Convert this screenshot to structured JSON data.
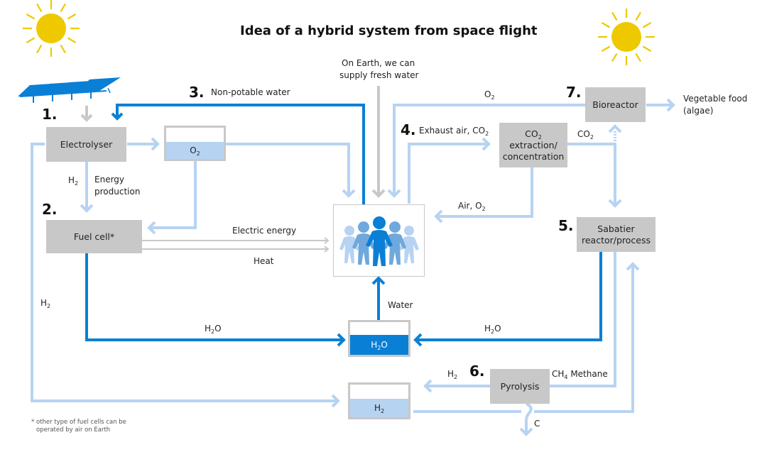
{
  "title": "Idea of a hybrid system from space flight",
  "colors": {
    "dark_blue": "#0a7fd6",
    "light_blue": "#b7d3f2",
    "grey_arrow": "#c8c8c8",
    "box_grey": "#c8c8c8",
    "sun": "#eec900",
    "solar_panel": "#0a7fd6"
  },
  "icons": {
    "sun_left": "sun-icon",
    "sun_right": "sun-icon",
    "solar_panels": "solar-panel-icon",
    "people": "people-group-icon"
  },
  "steps": {
    "s1": "1.",
    "s2": "2.",
    "s3": "3.",
    "s4": "4.",
    "s5": "5.",
    "s6": "6.",
    "s7": "7."
  },
  "boxes": {
    "electrolyser": "Electrolyser",
    "fuel_cell": "Fuel cell*",
    "co2_extraction": {
      "line1": "CO",
      "sub": "2",
      "line2": "extraction/",
      "line3": "concentration"
    },
    "bioreactor": "Bioreactor",
    "sabatier": {
      "line1": "Sabatier",
      "line2": "reactor/process"
    },
    "pyrolysis": "Pyrolysis"
  },
  "tanks": {
    "o2": {
      "main": "O",
      "sub": "2"
    },
    "h2o": {
      "main": "H",
      "sub": "2",
      "tail": "O"
    },
    "h2": {
      "main": "H",
      "sub": "2"
    }
  },
  "labels": {
    "non_potable_water": "Non-potable water",
    "fresh_water_line1": "On Earth, we can",
    "fresh_water_line2": "supply fresh water",
    "o2_top": {
      "main": "O",
      "sub": "2"
    },
    "exhaust_air": {
      "main": "Exhaust air, CO",
      "sub": "2"
    },
    "co2_out": {
      "main": "CO",
      "sub": "2"
    },
    "air_o2": {
      "main": "Air, O",
      "sub": "2"
    },
    "h2_electrolyser": {
      "main": "H",
      "sub": "2"
    },
    "energy_production_line1": "Energy",
    "energy_production_line2": "production",
    "electric_energy": "Electric energy",
    "heat": "Heat",
    "h2_left": {
      "main": "H",
      "sub": "2"
    },
    "h2o_left": {
      "main": "H",
      "sub": "2",
      "tail": "O"
    },
    "h2o_right": {
      "main": "H",
      "sub": "2",
      "tail": "O"
    },
    "water": "Water",
    "h2_pyrolysis": {
      "main": "H",
      "sub": "2"
    },
    "ch4_methane": {
      "main": "CH",
      "sub": "4",
      "tail": " Methane"
    },
    "carbon": "C",
    "vegetable_food_line1": "Vegetable food",
    "vegetable_food_line2": "(algae)"
  },
  "footnote": {
    "line1": "* other type of fuel cells can be",
    "line2": "operated by air on Earth"
  }
}
